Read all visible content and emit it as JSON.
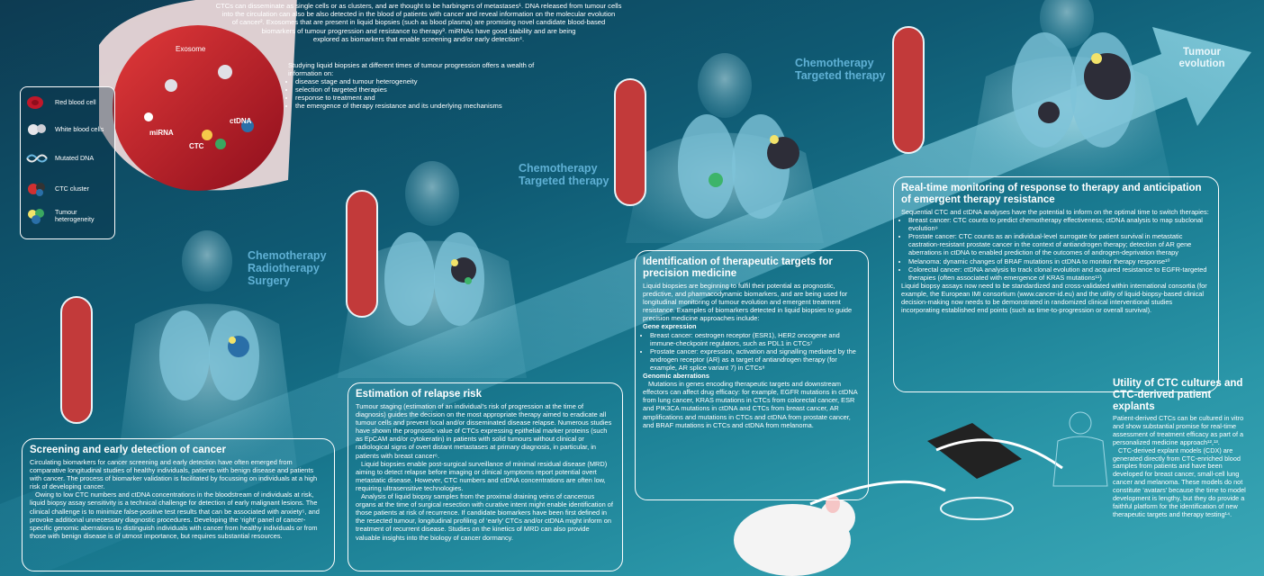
{
  "intro": {
    "lines": [
      "CTCs can disseminate as single cells or as clusters, and are thought to be harbingers of metastases¹. DNA released from tumour cells",
      "into the circulation can also be also detected in the blood of patients with cancer and reveal information on the molecular evolution",
      "of cancer². Exosomes that are present in liquid biopsies (such as blood plasma) are promising novel candidate blood-based",
      "biomarkers of tumour progression and resistance to therapy³. miRNAs have good stability and are being",
      "explored as biomarkers that enable screening and/or early detection⁴."
    ],
    "studying": "Studying liquid biopsies at different times of tumour progression offers a wealth of information on:",
    "bullets": [
      "disease stage and tumour heterogeneity",
      "selection of targeted therapies",
      "response to treatment and",
      "the emergence of therapy resistance and its underlying mechanisms"
    ]
  },
  "vessel_labels": {
    "exosome": "Exosome",
    "ctdna": "ctDNA",
    "mirna": "miRNA",
    "ctc": "CTC"
  },
  "legend": [
    {
      "label": "Red blood cell",
      "icon": "red-blood-cell-icon"
    },
    {
      "label": "White blood cells",
      "icon": "white-blood-cell-icon"
    },
    {
      "label": "Mutated DNA",
      "icon": "mutated-dna-icon"
    },
    {
      "label": "CTC cluster",
      "icon": "ctc-cluster-icon"
    },
    {
      "label": "Tumour heterogeneity",
      "icon": "tumour-heterogeneity-icon"
    }
  ],
  "evolution_label": "Tumour evolution",
  "stages": {
    "s1": [
      "Chemotherapy",
      "Radiotherapy",
      "Surgery"
    ],
    "s2": [
      "Chemotherapy",
      "Targeted therapy"
    ],
    "s3": [
      "Chemotherapy",
      "Targeted therapy"
    ]
  },
  "panels": {
    "screening": {
      "title": "Screening and early detection of cancer",
      "p1": "Circulating biomarkers for cancer screening and early detection have often emerged from comparative longitudinal studies of healthy individuals, patients with benign disease and patients with cancer. The process of biomarker validation is facilitated by focussing on individuals at a high risk of developing cancer.",
      "p2": "Owing to low CTC numbers and ctDNA concentrations in the bloodstream of individuals at risk, liquid biopsy assay sensitivity is a technical challenge for detection of early malignant lesions. The clinical challenge is to minimize false-positive test results that can be associated with anxiety⁵, and provoke additional unnecessary diagnostic procedures. Developing the ‘right’ panel of cancer-specific genomic aberrations to distinguish individuals with cancer from healthy individuals or from those with benign disease is of utmost importance, but requires substantial resources."
    },
    "relapse": {
      "title": "Estimation of relapse risk",
      "p1": "Tumour staging (estimation of an individual’s risk of progression at the time of diagnosis) guides the decision on the most appropriate therapy aimed to eradicate all tumour cells and prevent local and/or disseminated disease relapse. Numerous studies have shown the prognostic value of CTCs expressing epithelial marker proteins (such as EpCAM and/or cytokeratin) in patients with solid tumours without clinical or radiological signs of overt distant metastases at primary diagnosis, in particular, in patients with breast cancer⁶.",
      "p2": "Liquid biopsies enable post-surgical surveillance of minimal residual disease (MRD) aiming to detect relapse before imaging or clinical symptoms report potential overt metastatic disease. However, CTC numbers and ctDNA concentrations are often low, requiring ultrasensitive technologies.",
      "p3": "Analysis of liquid biopsy samples from the proximal draining veins of cancerous organs at the time of surgical resection with curative intent might enable identification of those patients at risk of recurrence. If candidate biomarkers have been first defined in the resected tumour, longitudinal profiling of ‘early’ CTCs and/or ctDNA might inform on treatment of recurrent disease. Studies on the kinetics of MRD can also provide valuable insights into the biology of cancer dormancy."
    },
    "targets": {
      "title": "Identification of therapeutic targets for precision medicine",
      "p1": "Liquid biopsies are beginning to fulfil their potential as prognostic, predictive, and pharmacodynamic biomarkers, and are being used for longitudinal monitoring of tumour evolution and emergent treatment resistance. Examples of biomarkers detected in liquid biopsies to guide precision medicine approaches include:",
      "h1": "Gene expression",
      "b1": "Breast cancer: oestrogen receptor (ESR1), HER2 oncogene and immune-checkpoint regulators, such as PDL1 in CTCs⁷",
      "b2": "Prostate cancer: expression, activation and signalling mediated by the androgen receptor (AR) as a target of antiandrogen therapy (for example, AR splice variant 7) in CTCs⁸",
      "h2": "Genomic aberrations",
      "p2": "Mutations in genes encoding therapeutic targets and downstream effectors can affect drug efficacy: for example, EGFR mutations in ctDNA from lung cancer, KRAS mutations in CTCs from colorectal cancer, ESR and PIK3CA mutations in ctDNA and CTCs from breast cancer, AR amplifications and mutations in CTCs and ctDNA from prostate cancer, and BRAF mutations in CTCs and ctDNA from melanoma."
    },
    "monitoring": {
      "title": "Real-time monitoring of response to therapy and anticipation of emergent therapy resistance",
      "p1": "Sequential CTC and ctDNA analyses have the potential to inform on the optimal time to switch therapies:",
      "b1": "Breast cancer: CTC counts to predict chemotherapy effectiveness; ctDNA analysis to map subclonal evolution⁹",
      "b2": "Prostate cancer: CTC counts as an individual-level surrogate for patient survival in metastatic castration-resistant prostate cancer in the context of antiandrogen therapy; detection of AR gene aberrations in ctDNA to enabled prediction of the outcomes of androgen-deprivation therapy",
      "b3": "Melanoma: dynamic changes of BRAF mutations in ctDNA to monitor therapy response¹⁰",
      "b4": "Colorectal cancer: ctDNA analysis to track clonal evolution and acquired resistance to EGFR-targeted therapies (often associated with emergence of KRAS mutations¹¹)",
      "p2": "Liquid biopsy assays now need to be standardized and cross-validated within international consortia (for example, the European IMI consortium (www.cancer-id.eu) and the utility of liquid-biopsy-based clinical decision-making now needs to be demonstrated in randomized clinical interventional studies incorporating established end points (such as time-to-progression or overall survival)."
    },
    "cultures": {
      "title": "Utility of CTC cultures and CTC-derived patient explants",
      "p1": "Patient-derived CTCs can be cultured in vitro and show substantial promise for real-time assessment of treatment efficacy as part of a personalized medicine approach¹²,¹³.",
      "p2": "CTC-derived explant models (CDX) are generated directly from CTC-enriched blood samples from patients and have been developed for breast cancer, small-cell lung cancer and melanoma. These models do not constitute ‘avatars’ because the time to model development is lengthy, but they do provide a faithful platform for the identification of new therapeutic targets and therapy testing¹⁴."
    }
  },
  "colors": {
    "stage_text": "#5fb0d4",
    "vessel_red": "#c0182a",
    "tube_red": "#c23a3a",
    "body_blue": "#8fd0e0"
  }
}
